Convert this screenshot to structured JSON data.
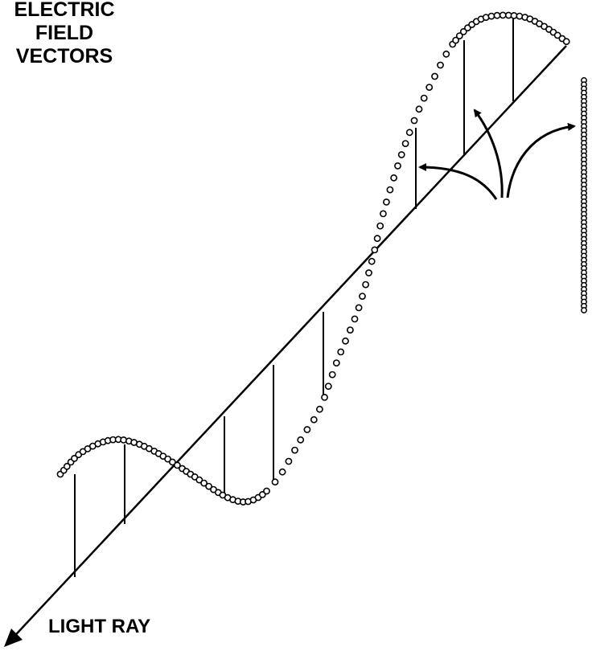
{
  "labels": {
    "electric_field_vectors": [
      "ELECTRIC",
      "FIELD",
      "VECTORS"
    ],
    "light_ray": "LIGHT RAY"
  },
  "colors": {
    "stroke": "#000000",
    "background": "#ffffff"
  }
}
